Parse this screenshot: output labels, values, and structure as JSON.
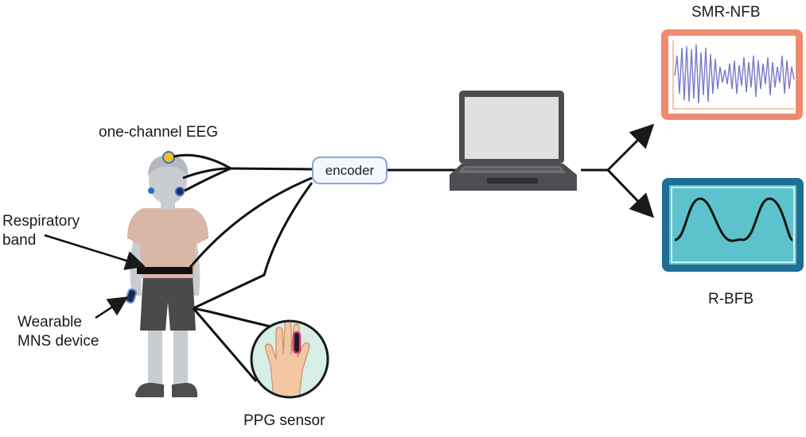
{
  "labels": {
    "eeg": "one-channel EEG",
    "respiratory_line1": "Respiratory",
    "respiratory_line2": "band",
    "wearable_line1": "Wearable",
    "wearable_line2": "MNS device",
    "ppg": "PPG sensor",
    "encoder": "encoder",
    "smr_nfb": "SMR-NFB",
    "r_bfb": "R-BFB"
  },
  "colors": {
    "smr_frame": "#f08a70",
    "rbfb_frame": "#1f6e93",
    "rbfb_screen": "#5cc3cc",
    "eeg_wave": "#7a78c8",
    "encoder_border": "#8aa7d6",
    "ppg_circle": "#d7eee6",
    "ppg_sensor": "#d0367d",
    "eeg_electrode": "#f2c318",
    "ear_electrode": "#1f73c9"
  },
  "icons": [
    "child-figure-icon",
    "laptop-icon",
    "hand-icon",
    "eeg-electrode-icon",
    "respiratory-band-icon",
    "wrist-device-icon"
  ]
}
